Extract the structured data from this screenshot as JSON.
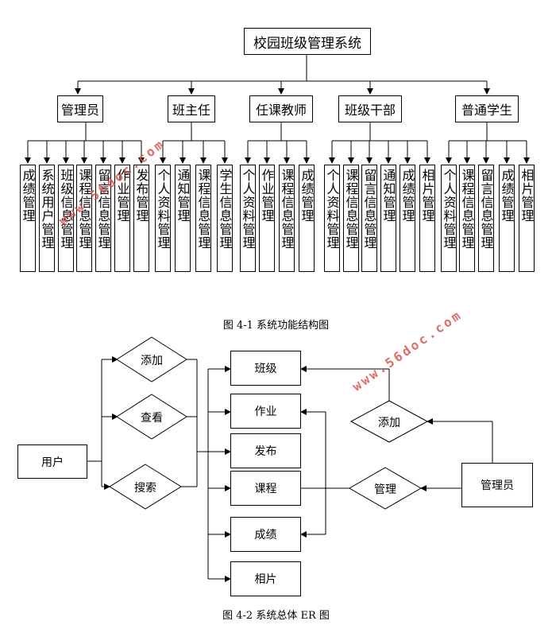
{
  "fig1": {
    "root": "校园班级管理系统",
    "roles": [
      {
        "label": "管理员",
        "modules": [
          "成绩管理",
          "系统用户管理",
          "班级信息管理",
          "课程信息管理",
          "留言信息管理",
          "作业管理",
          "发布管理"
        ]
      },
      {
        "label": "班主任",
        "modules": [
          "个人资料管理",
          "通知管理",
          "课程信息管理",
          "学生信息管理"
        ]
      },
      {
        "label": "任课教师",
        "modules": [
          "个人资料管理",
          "作业管理",
          "课程信息管理",
          "成绩管理"
        ]
      },
      {
        "label": "班级干部",
        "modules": [
          "个人资料管理",
          "课程信息管理",
          "留言信息管理",
          "通知管理",
          "成绩管理",
          "相片管理"
        ]
      },
      {
        "label": "普通学生",
        "modules": [
          "个人资料管理",
          "课程信息管理",
          "留言信息管理",
          "成绩管理",
          "相片管理"
        ]
      }
    ],
    "caption": "图 4-1 系统功能结构图"
  },
  "fig2": {
    "user": "用户",
    "user_actions": [
      "添加",
      "查看",
      "搜索"
    ],
    "entities": [
      "班级",
      "作业",
      "发布",
      "课程",
      "成绩",
      "相片"
    ],
    "admin": "管理员",
    "admin_actions": [
      "添加",
      "管理"
    ],
    "caption": "图 4-2 系统总体 ER 图"
  },
  "watermarks": [
    "www.56doc.com",
    "www.56doc.com"
  ]
}
